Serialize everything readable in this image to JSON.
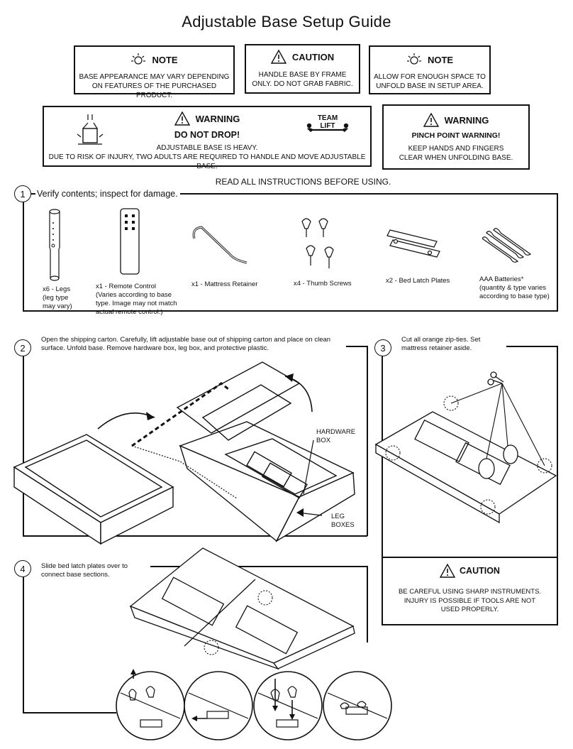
{
  "title": "Adjustable Base Setup Guide",
  "notes": [
    {
      "heading": "NOTE",
      "lines": [
        "BASE APPEARANCE MAY VARY DEPENDING",
        "ON FEATURES OF THE PURCHASED PRODUCT."
      ]
    },
    {
      "heading": "CAUTION",
      "lines": [
        "HANDLE BASE BY FRAME",
        "ONLY. DO NOT GRAB FABRIC."
      ]
    },
    {
      "heading": "NOTE",
      "lines": [
        "ALLOW FOR ENOUGH SPACE TO",
        "UNFOLD BASE IN SETUP AREA."
      ]
    }
  ],
  "warning_drop": {
    "heading": "WARNING",
    "sub": "DO NOT DROP!",
    "lines": [
      "ADJUSTABLE BASE IS HEAVY.",
      "DUE TO RISK OF INJURY, TWO ADULTS ARE REQUIRED TO HANDLE AND MOVE ADJUSTABLE BASE."
    ],
    "team_lift": [
      "TEAM",
      "LIFT"
    ]
  },
  "warning_pinch": {
    "heading": "WARNING",
    "sub": "PINCH POINT WARNING!",
    "lines": [
      "KEEP HANDS AND FINGERS",
      "CLEAR WHEN UNFOLDING BASE."
    ]
  },
  "read_all": "READ ALL INSTRUCTIONS BEFORE USING.",
  "step1": {
    "num": "1",
    "title": "Verify contents; inspect for damage.",
    "items": [
      {
        "qty": "x6 - Legs",
        "lines": [
          "(leg type",
          "may vary)"
        ]
      },
      {
        "qty": "x1 - Remote Control",
        "lines": [
          "(Varies according to base",
          "type. Image may not match",
          "actual remote control.)"
        ]
      },
      {
        "qty": "x1 - Mattress Retainer",
        "lines": []
      },
      {
        "qty": "x4 - Thumb Screws",
        "lines": []
      },
      {
        "qty": "x2 - Bed Latch Plates",
        "lines": []
      },
      {
        "qty": "AAA Batteries*",
        "lines": [
          "(quantity & type varies",
          "according to base type)"
        ]
      }
    ]
  },
  "step2": {
    "num": "2",
    "lines": [
      "Open the shipping carton. Carefully, lift adjustable base out of shipping carton and place on clean",
      "surface. Unfold base. Remove hardware box, leg box, and protective plastic."
    ],
    "hardware_label": [
      "HARDWARE",
      "BOX"
    ],
    "leg_label": [
      "LEG",
      "BOXES"
    ]
  },
  "step3": {
    "num": "3",
    "lines": [
      "Cut all orange zip-ties. Set",
      "mattress retainer aside."
    ]
  },
  "caution_sharp": {
    "heading": "CAUTION",
    "lines": [
      "BE CAREFUL USING SHARP INSTRUMENTS.",
      "INJURY IS POSSIBLE IF TOOLS ARE NOT",
      "USED PROPERLY."
    ]
  },
  "step4": {
    "num": "4",
    "lines": [
      "Slide bed latch plates over to",
      "connect base sections."
    ]
  }
}
